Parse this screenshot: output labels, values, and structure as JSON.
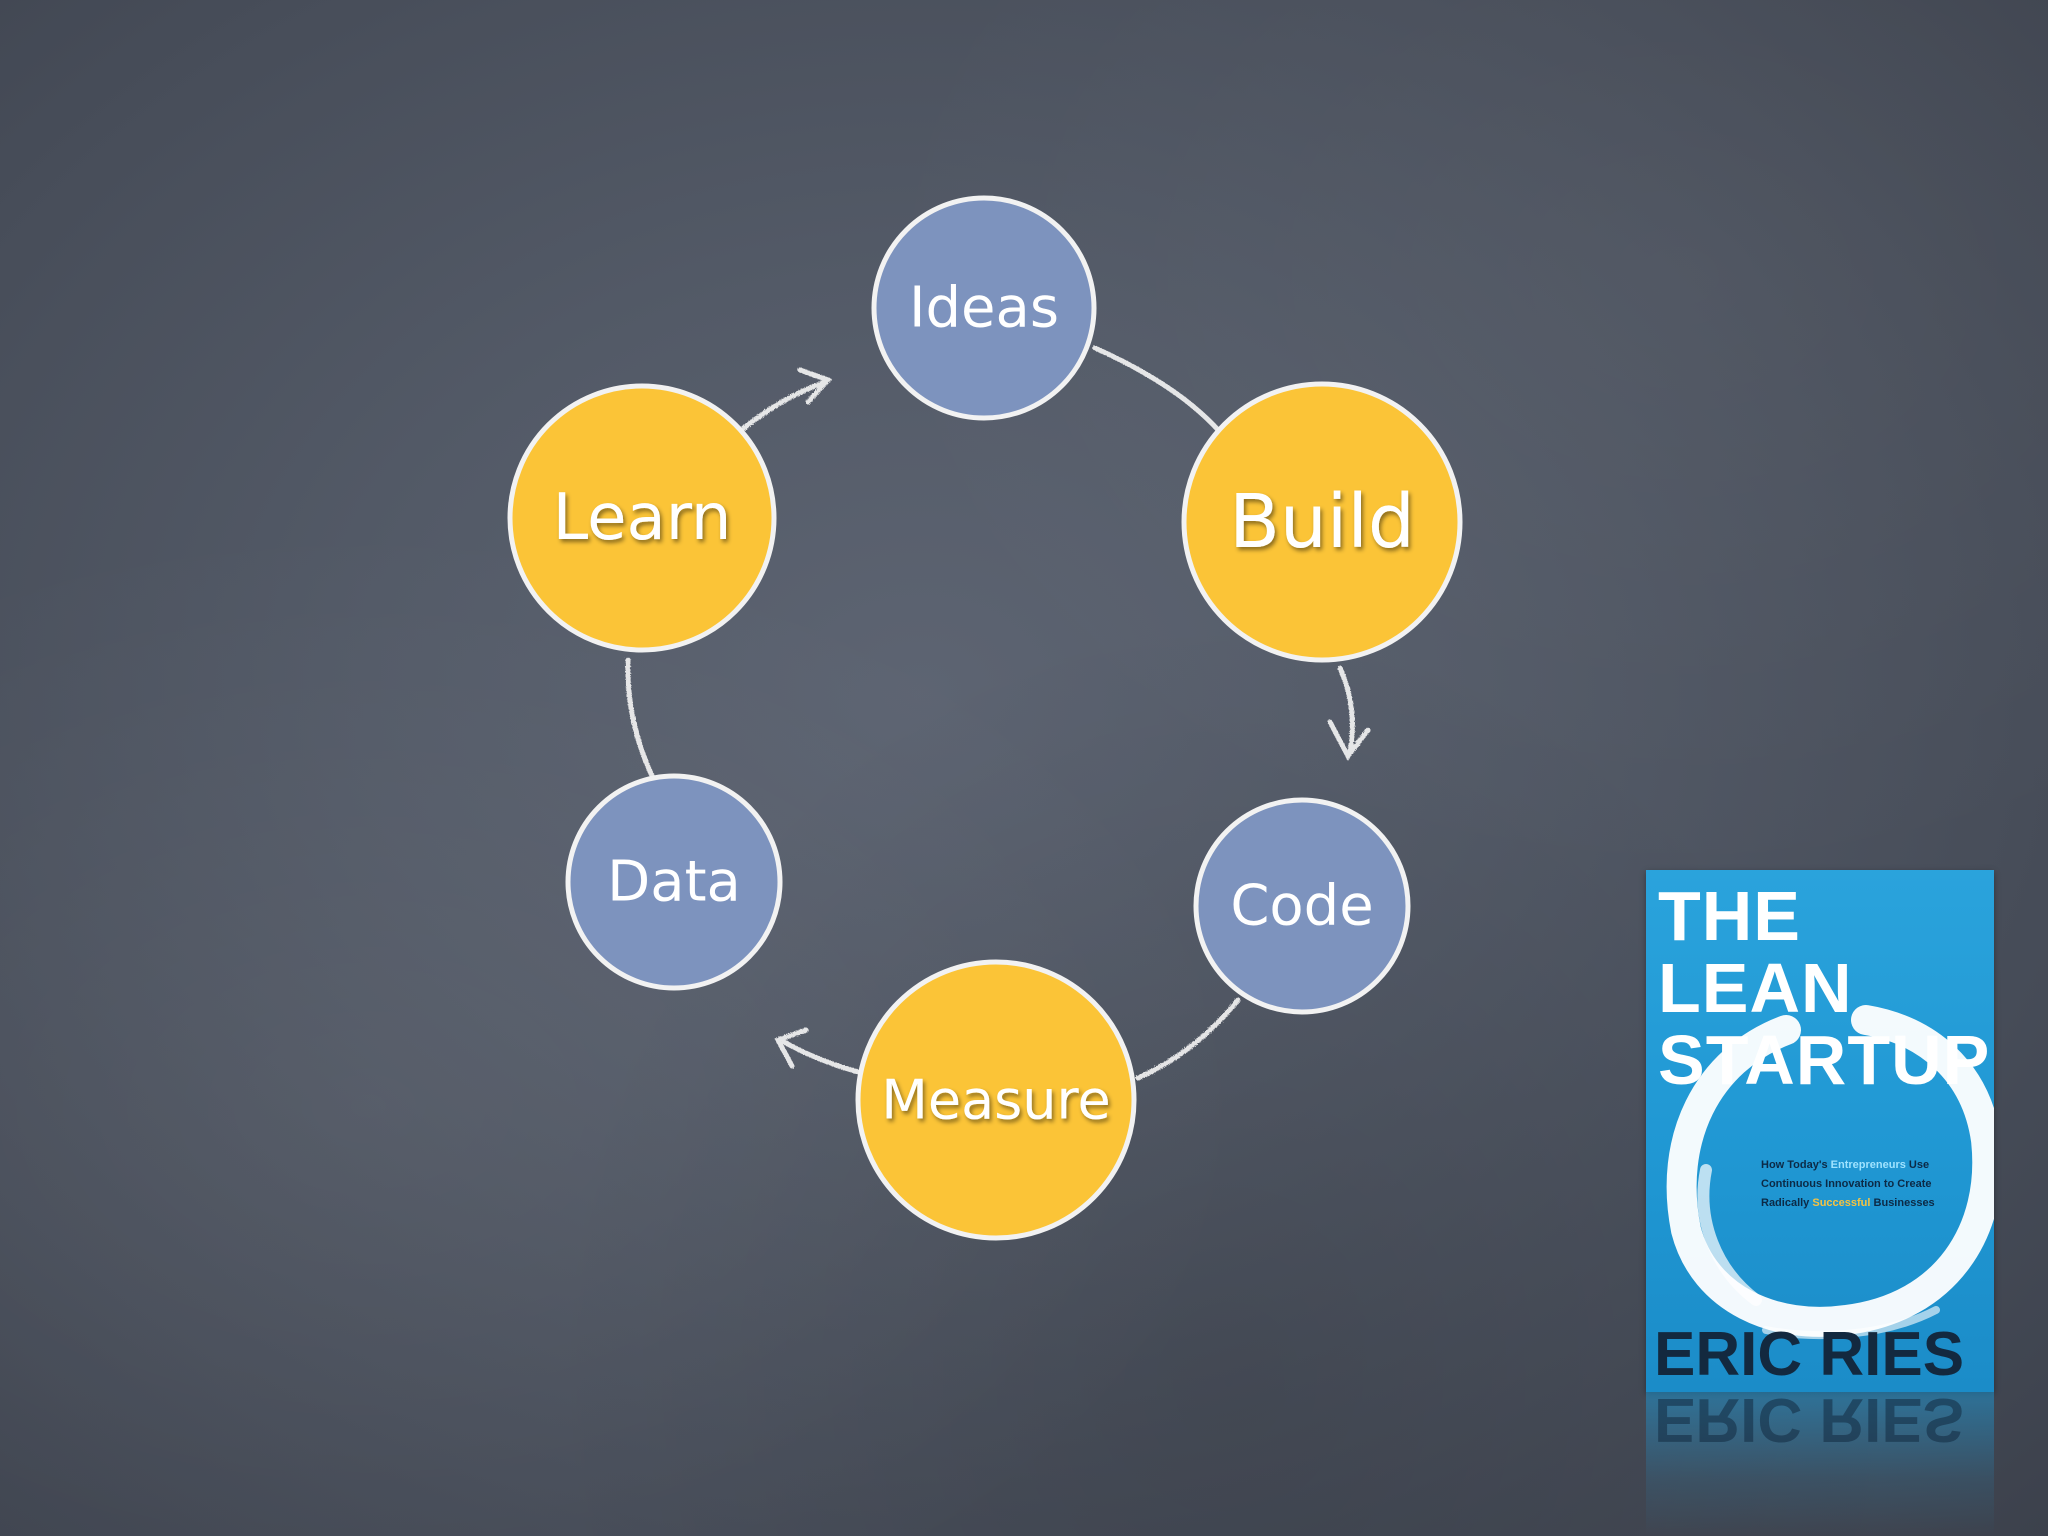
{
  "diagram": {
    "nodes": [
      {
        "id": "ideas",
        "label": "Ideas",
        "kind": "artifact"
      },
      {
        "id": "build",
        "label": "Build",
        "kind": "activity"
      },
      {
        "id": "code",
        "label": "Code",
        "kind": "artifact"
      },
      {
        "id": "measure",
        "label": "Measure",
        "kind": "activity"
      },
      {
        "id": "data",
        "label": "Data",
        "kind": "artifact"
      },
      {
        "id": "learn",
        "label": "Learn",
        "kind": "activity"
      }
    ],
    "flow": [
      "ideas",
      "build",
      "code",
      "measure",
      "data",
      "learn",
      "ideas"
    ],
    "colors": {
      "activity": "#fbc437",
      "artifact": "#7d93be",
      "chalk": "#f2f2f2",
      "board": "#50576a"
    }
  },
  "book": {
    "title_line1": "THE LEAN",
    "title_line2": "STARTUP",
    "subtitle": [
      "How Today's",
      "Entrepreneurs",
      "Use",
      "Continuous Innovation to Create",
      "Radically",
      "Successful",
      "Businesses"
    ],
    "author": "ERIC RIES",
    "colors": {
      "cover": "#1f96d2",
      "title": "#ffffff",
      "author": "#13293f"
    }
  }
}
